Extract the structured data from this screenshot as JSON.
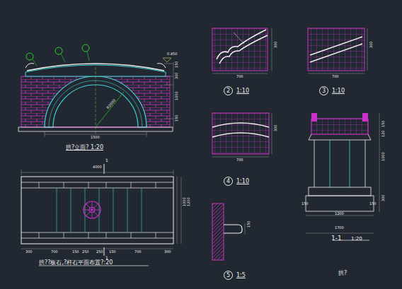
{
  "diagram": {
    "nodes": [
      {
        "text": [
          "2",
          "1:10"
        ]
      },
      {
        "text": [
          "3",
          "1:10"
        ]
      },
      {
        "text": [
          "4",
          "1:10"
        ]
      },
      {
        "text": [
          "5",
          "1:5"
        ]
      }
    ],
    "labels": [
      "拱?立面? 1:20",
      "拱??板石,?杆石平面布置?:20",
      "1-1",
      "1:20",
      "拱?",
      "1500",
      "R2000",
      "0.450",
      "150",
      "300",
      "1000",
      "150",
      "4000",
      "1",
      "1",
      "1000",
      "1200",
      "300",
      "700",
      "150",
      "250",
      "250",
      "150",
      "700",
      "300",
      "700",
      "300",
      "700",
      "300",
      "700",
      "300",
      "150",
      "1200",
      "1700",
      "150",
      "150",
      "1000",
      "300",
      "150",
      "120"
    ]
  }
}
